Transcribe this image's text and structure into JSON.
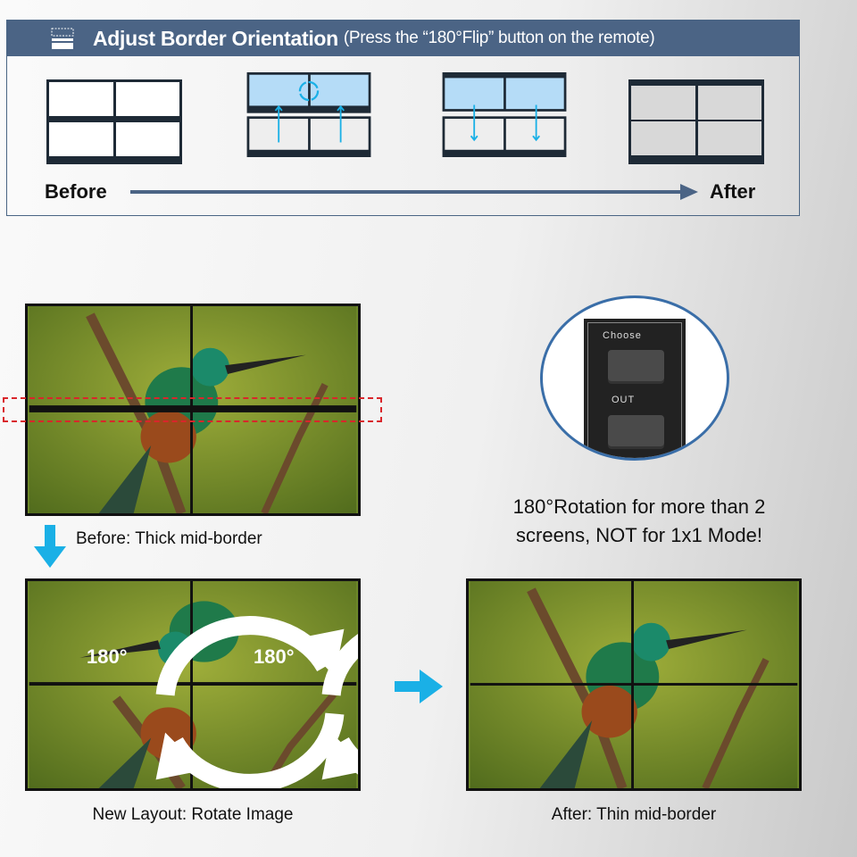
{
  "header": {
    "title": "Adjust Border Orientation",
    "subtitle": "(Press the “180°Flip” button on the remote)"
  },
  "flow": {
    "before": "Before",
    "after": "After"
  },
  "captions": {
    "before": "Before: Thick mid-border",
    "new_layout": "New Layout: Rotate Image",
    "after": "After: Thin mid-border"
  },
  "rotate_labels": [
    "180°",
    "180°"
  ],
  "remote": {
    "choose": "Choose",
    "out": "OUT"
  },
  "note": {
    "line1": "180°Rotation for more than 2",
    "line2": "screens, NOT for 1x1 Mode!"
  },
  "colors": {
    "header": "#4b6485",
    "accent": "#1ab0e6",
    "highlight": "#b5dcf7",
    "dashed": "#d9262b"
  }
}
